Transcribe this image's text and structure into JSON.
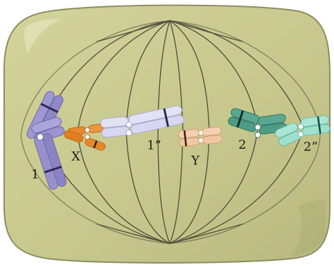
{
  "colors": {
    "cell_fill": "#c8c98f",
    "cell_stroke": "#8c8d5f",
    "spindle": "#4e4d3a",
    "chr_1": "#9d98d2",
    "chr_1_dark": "#6f6aa8",
    "chr_x": "#e58a2d",
    "chr_x_dark": "#c06a1b",
    "chr_1pp": "#d7d7f2",
    "chr_1pp_dark": "#aaaad0",
    "chr_y": "#efc7a3",
    "chr_y_dark": "#d79f74",
    "chr_2": "#4f9c86",
    "chr_2_dark": "#2f7564",
    "chr_2pp": "#9fe0cf",
    "chr_2pp_dark": "#6cbba9"
  },
  "labels": {
    "chr_1": "1",
    "chr_x": "X",
    "chr_1pp": "1”",
    "chr_y": "Y",
    "chr_2": "2",
    "chr_2pp": "2”"
  }
}
